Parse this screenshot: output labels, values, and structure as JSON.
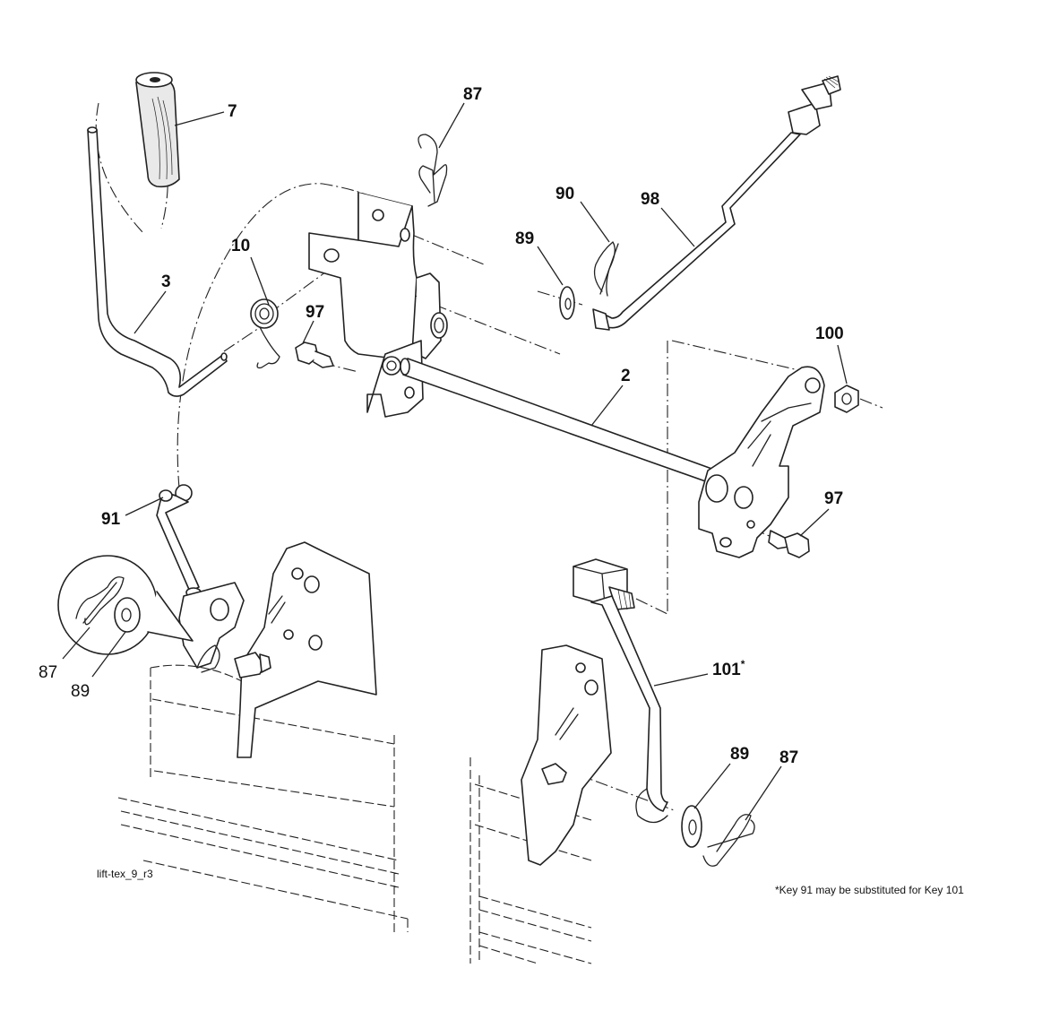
{
  "diagram": {
    "drawing_id": "lift-tex_9_r3",
    "footnote": "*Key 91 may be substituted for Key 101",
    "callouts": [
      {
        "id": "c7",
        "label": "7"
      },
      {
        "id": "c87a",
        "label": "87"
      },
      {
        "id": "c90",
        "label": "90"
      },
      {
        "id": "c98",
        "label": "98"
      },
      {
        "id": "c89a",
        "label": "89"
      },
      {
        "id": "c10",
        "label": "10"
      },
      {
        "id": "c3",
        "label": "3"
      },
      {
        "id": "c97a",
        "label": "97"
      },
      {
        "id": "c100",
        "label": "100"
      },
      {
        "id": "c2",
        "label": "2"
      },
      {
        "id": "c97b",
        "label": "97"
      },
      {
        "id": "c91",
        "label": "91"
      },
      {
        "id": "c87b",
        "label": "87"
      },
      {
        "id": "c89b",
        "label": "89"
      },
      {
        "id": "c101",
        "label": "101",
        "suffix": "*"
      },
      {
        "id": "c89c",
        "label": "89"
      },
      {
        "id": "c87c",
        "label": "87"
      }
    ]
  }
}
